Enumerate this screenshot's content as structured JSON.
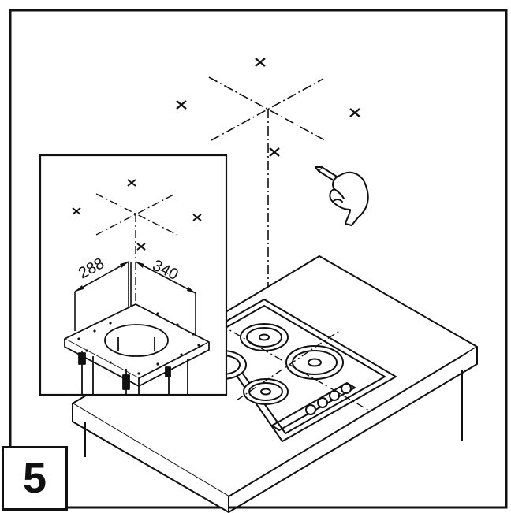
{
  "step": {
    "number": "5"
  },
  "detail": {
    "dimension_left": "288",
    "dimension_right": "340"
  },
  "colors": {
    "line": "#111111",
    "background": "#ffffff"
  },
  "icons": [
    "hand-with-pencil-icon",
    "cross-mark-icon",
    "hob-icon",
    "mounting-bracket-icon"
  ]
}
